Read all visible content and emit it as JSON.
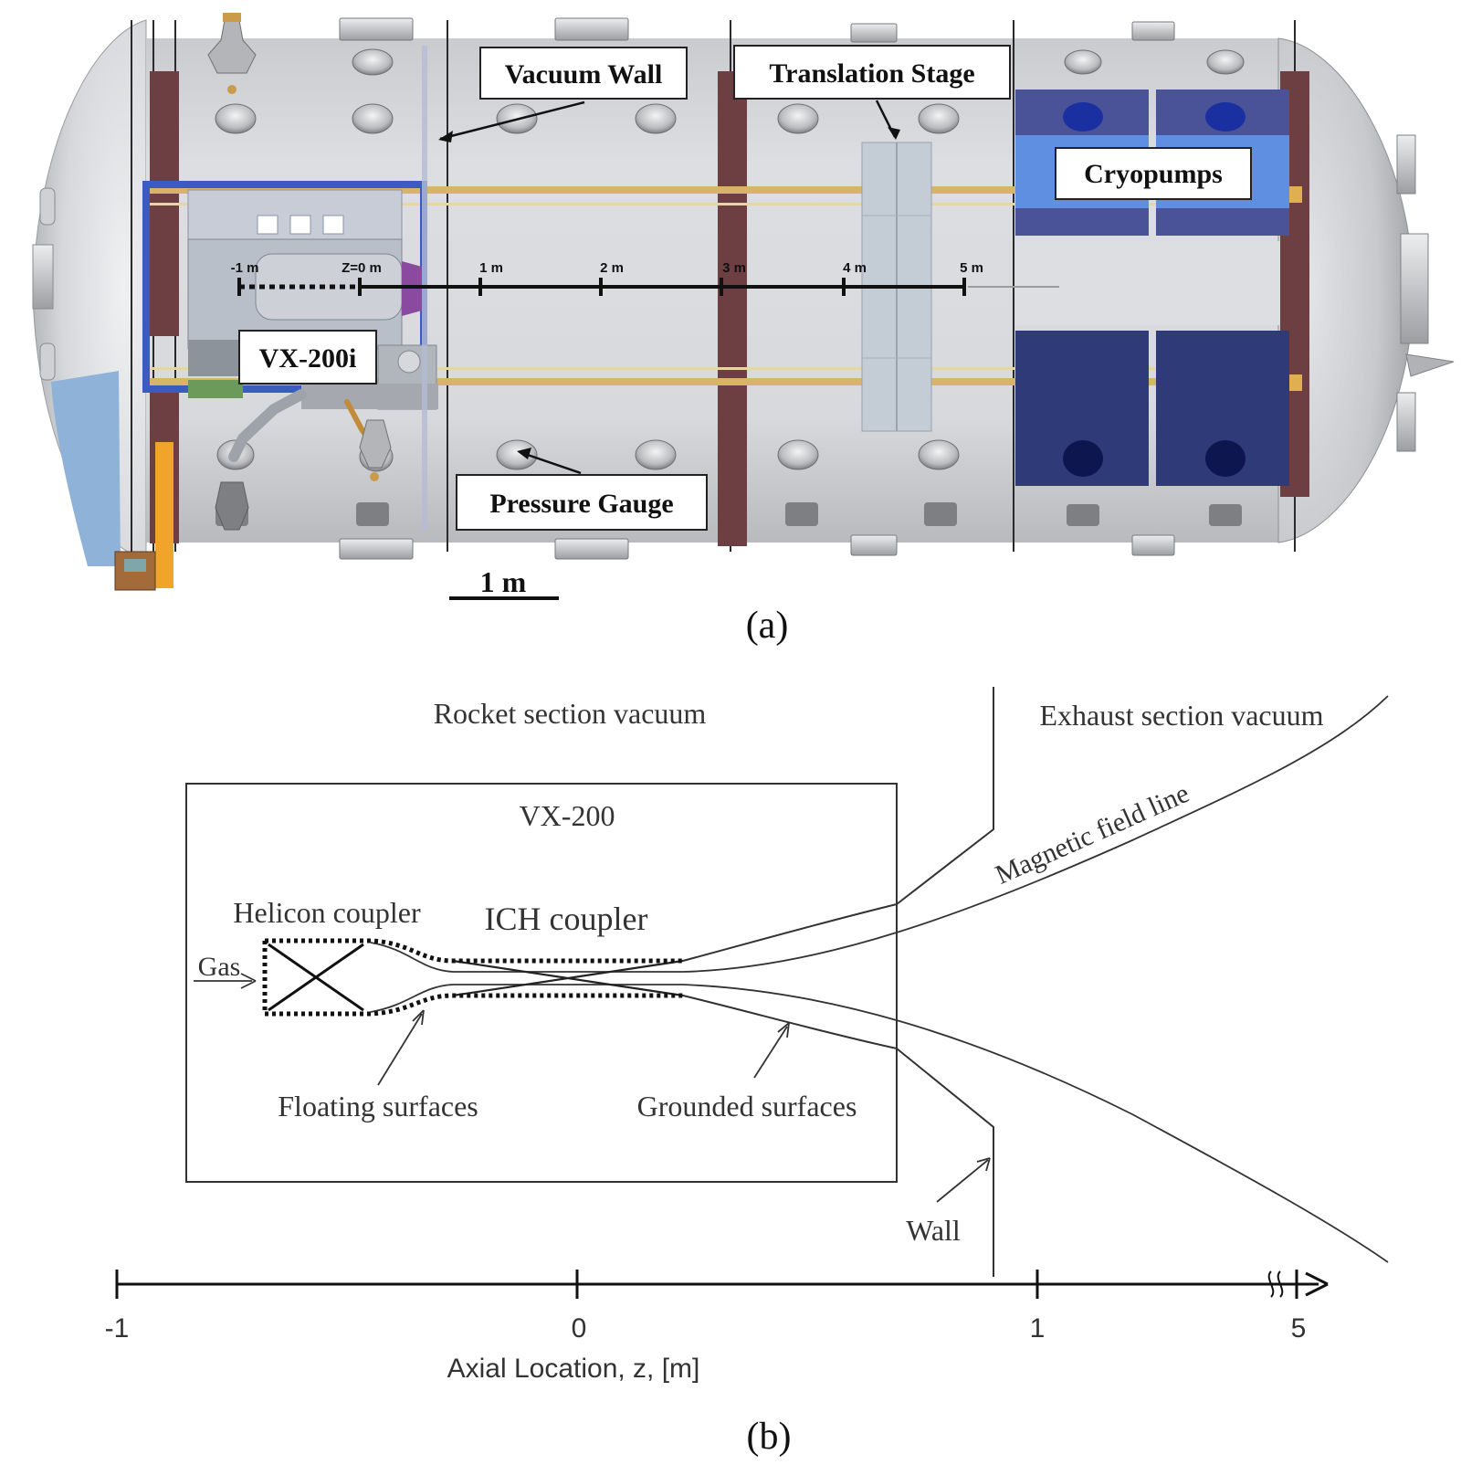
{
  "panel_a": {
    "label": "(a)",
    "callouts": {
      "vacuum_wall": "Vacuum Wall",
      "translation_stage": "Translation Stage",
      "cryopumps": "Cryopumps",
      "vx200i": "VX-200i",
      "pressure_gauge": "Pressure Gauge"
    },
    "ruler_ticks": [
      "-1 m",
      "Z=0 m",
      "1 m",
      "2 m",
      "3 m",
      "4 m",
      "5 m"
    ],
    "scale_bar": "1 m"
  },
  "panel_b": {
    "label": "(b)",
    "regions": {
      "rocket_vacuum": "Rocket section vacuum",
      "exhaust_vacuum": "Exhaust section vacuum",
      "vx200": "VX-200"
    },
    "labels": {
      "magnetic_field_line": "Magnetic field line",
      "helicon_coupler": "Helicon coupler",
      "ich_coupler": "ICH coupler",
      "gas": "Gas",
      "floating_surfaces": "Floating surfaces",
      "grounded_surfaces": "Grounded surfaces",
      "wall": "Wall"
    },
    "axis": {
      "tick_labels": [
        "-1",
        "0",
        "1",
        "5"
      ],
      "label": "Axial Location, z, [m]"
    }
  },
  "colors": {
    "chamber_body": "#d3d5d9",
    "flange_maroon": "#6e3f42",
    "rail_yellow": "#d8b46a",
    "vx_blue": "#3a5cc0",
    "cryo_dark": "#2f3a78",
    "cryo_light": "#5f8fe0",
    "cryo_mid": "#4a5398",
    "stage_gray": "#c4ccd6",
    "support_yellow": "#f0a52a",
    "support_blue": "#8fb2d8"
  }
}
